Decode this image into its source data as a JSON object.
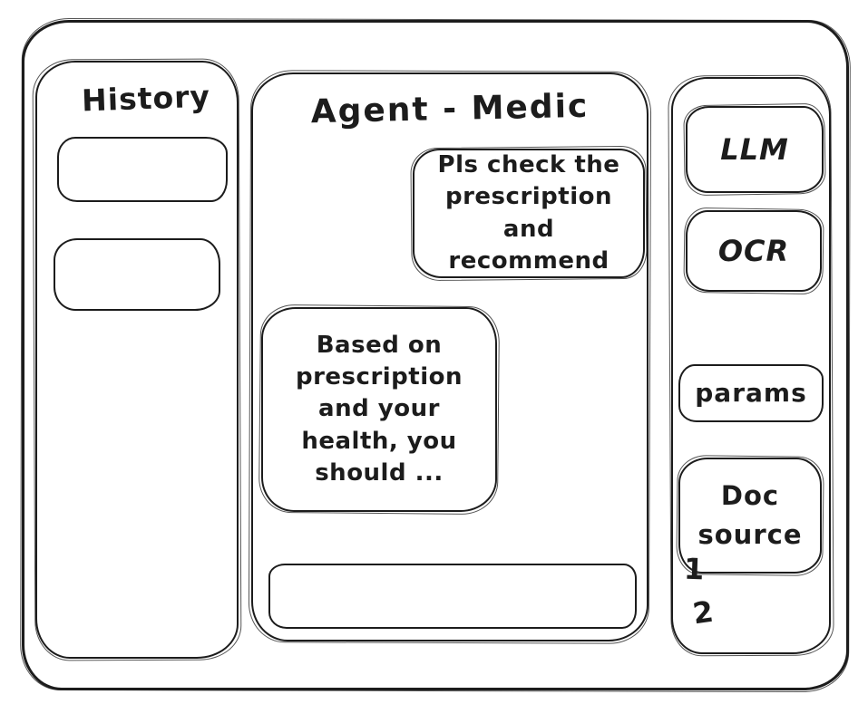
{
  "history": {
    "title": "History",
    "items": [
      {
        "label": ""
      },
      {
        "label": ""
      }
    ]
  },
  "chat": {
    "title": "Agent - Medic",
    "messages": [
      {
        "role": "user",
        "text": "Pls check the\nprescription\nand recommend"
      },
      {
        "role": "agent",
        "text": "Based on\nprescription\nand your\nhealth, you\nshould ..."
      }
    ],
    "input": {
      "value": "",
      "placeholder": ""
    }
  },
  "tools": {
    "buttons": [
      {
        "label": "LLM"
      },
      {
        "label": "OCR"
      },
      {
        "label": "params"
      },
      {
        "label": "Doc source"
      }
    ],
    "doc_source_items": [
      "1",
      "2"
    ]
  },
  "colors": {
    "ink": "#1c1c1c",
    "background": "#ffffff"
  }
}
